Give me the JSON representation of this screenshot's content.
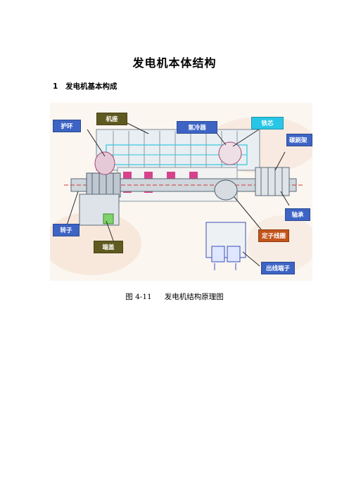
{
  "document": {
    "title": "发电机本体结构",
    "section": {
      "number": "1",
      "heading": "发电机基本构成"
    },
    "figure": {
      "labels": {
        "hu_huan": "护环",
        "ji_zuo": "机座",
        "qing_leng_qi": "氢冷器",
        "tie_xin": "铁芯",
        "tan_shua_jia": "碳刷架",
        "zhou_cheng": "轴承",
        "ding_zi_xian_quan": "定子线圈",
        "chu_xian_duan_zi": "出线端子",
        "duan_gai": "端盖",
        "zhuan_zi": "转子"
      },
      "caption_number": "图 4-11",
      "caption_text": "发电机结构原理图"
    }
  },
  "colors": {
    "callout_blue": "#3d64c4",
    "callout_olive": "#5f5a1f",
    "callout_cyan": "#28c6e6",
    "callout_orange": "#c2531a"
  }
}
